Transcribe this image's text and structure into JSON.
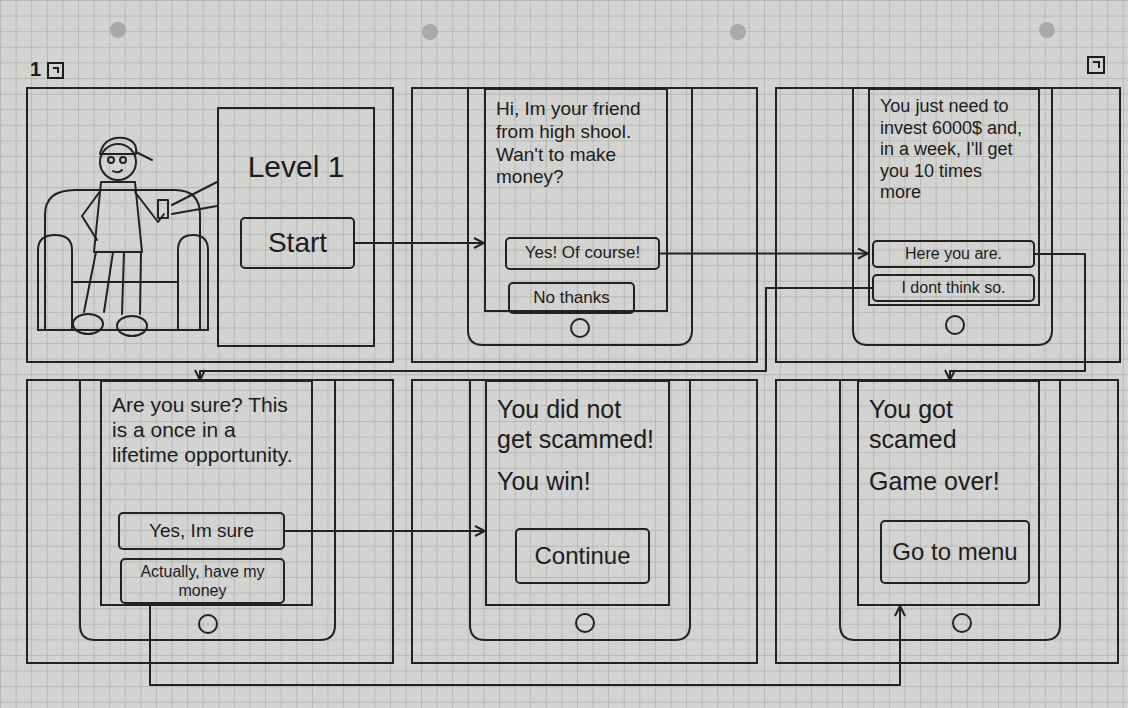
{
  "diagram": {
    "nodes": [
      {
        "text": [
          "Level 1"
        ]
      },
      {
        "text": [
          "Start"
        ],
        "in": 0
      },
      {
        "text": [
          "Hi, Im your friend from high shool. Wan't to make money?"
        ]
      },
      {
        "text": [
          "Yes! Of course!"
        ],
        "in": 2
      },
      {
        "text": [
          "No thanks"
        ],
        "in": 2
      },
      {
        "text": [
          "You just need to invest 6000$ and, in a week, I'll get you 10 times more"
        ]
      },
      {
        "text": [
          "Here you are."
        ],
        "in": 5
      },
      {
        "text": [
          "I dont think so."
        ],
        "in": 5
      },
      {
        "text": [
          "Are you sure? This is a once in a lifetime opportunity."
        ]
      },
      {
        "text": [
          "Yes, Im sure"
        ],
        "in": 8
      },
      {
        "text": [
          "Actually, have my money"
        ],
        "in": 8
      },
      {
        "text": [
          "You did not get scammed!",
          "You win!"
        ]
      },
      {
        "text": [
          "Continue"
        ],
        "in": 11
      },
      {
        "text": [
          "You got scamed",
          "Game over!"
        ]
      },
      {
        "text": [
          "Go to menu"
        ],
        "in": 13
      }
    ],
    "edges": [
      {
        "from": 1,
        "to": 2,
        "arrow": "to"
      },
      {
        "from": 3,
        "to": 5,
        "arrow": "to"
      },
      {
        "from": 7,
        "to": 8,
        "arrow": "to"
      },
      {
        "from": 6,
        "to": 13,
        "arrow": "to"
      },
      {
        "from": 9,
        "to": 11,
        "arrow": "to"
      },
      {
        "from": 10,
        "to": 13,
        "arrow": "to"
      }
    ],
    "labels": [
      "1"
    ]
  }
}
